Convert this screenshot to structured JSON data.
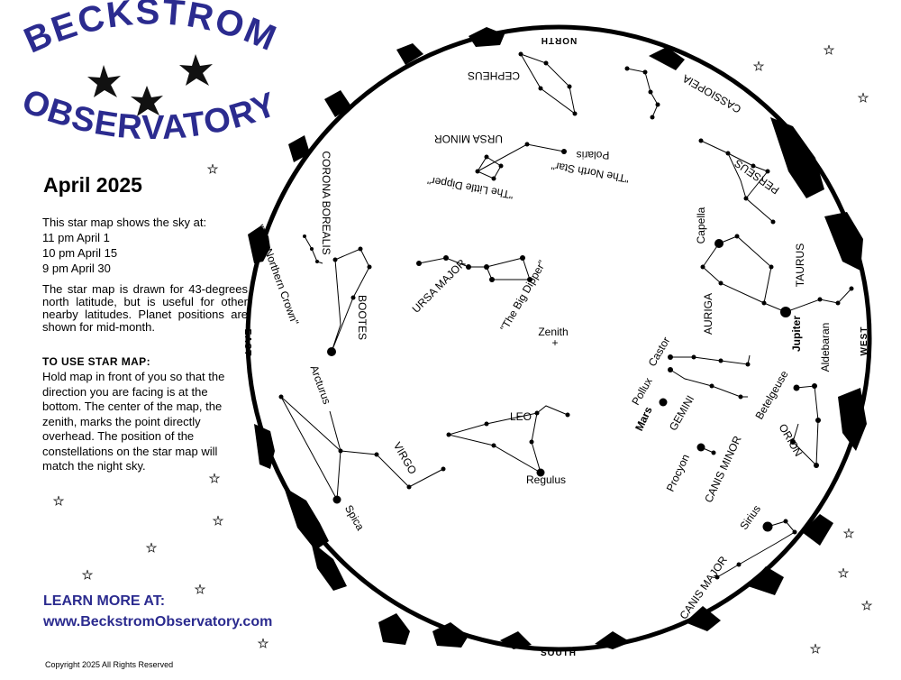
{
  "logo": {
    "line1": "BECKSTROM",
    "line2": "OBSERVATORY",
    "color": "#2b2b8f"
  },
  "title": "April 2025",
  "intro": {
    "heading": "This star map shows the sky at:",
    "times": [
      "11 pm April 1",
      "10 pm April 15",
      "9 pm April 30"
    ]
  },
  "description": "The star map is drawn for 43-degrees north latitude, but is useful for other nearby latitudes. Planet positions are shown for mid-month.",
  "how_to": {
    "heading": "TO USE STAR MAP:",
    "text": "Hold map in front of you so that the direction you are facing is at the bottom. The center of the map, the zenith, marks the point directly overhead. The position of the constellations on the star map will match the night sky."
  },
  "learn_more": "LEARN MORE AT:",
  "url": "www.BeckstromObservatory.com",
  "copyright": "Copyright 2025 All Rights Reserved",
  "map": {
    "directions": {
      "north": "NORTH",
      "south": "SOUTH",
      "east": "EAST",
      "west": "WEST"
    },
    "zenith": "Zenith",
    "constellations": [
      "CEPHEUS",
      "CASSIOPEIA",
      "URSA MINOR",
      "PERSEUS",
      "CORONA BOREALIS",
      "URSA MAJOR",
      "BOOTES",
      "AURIGA",
      "TAURUS",
      "LEO",
      "VIRGO",
      "GEMINI",
      "CANIS MINOR",
      "ORION",
      "CANIS MAJOR"
    ],
    "stars": [
      "Polaris",
      "Capella",
      "Arcturus",
      "Castor",
      "Pollux",
      "Aldebaran",
      "Betelgeuse",
      "Regulus",
      "Procyon",
      "Spica",
      "Sirius"
    ],
    "planets": [
      "Jupiter",
      "Mars"
    ],
    "nicknames": [
      "\"The North Star\"",
      "\"The Little Dipper\"",
      "\"The Big Dipper\"",
      "\"The Northern Crown\""
    ]
  }
}
